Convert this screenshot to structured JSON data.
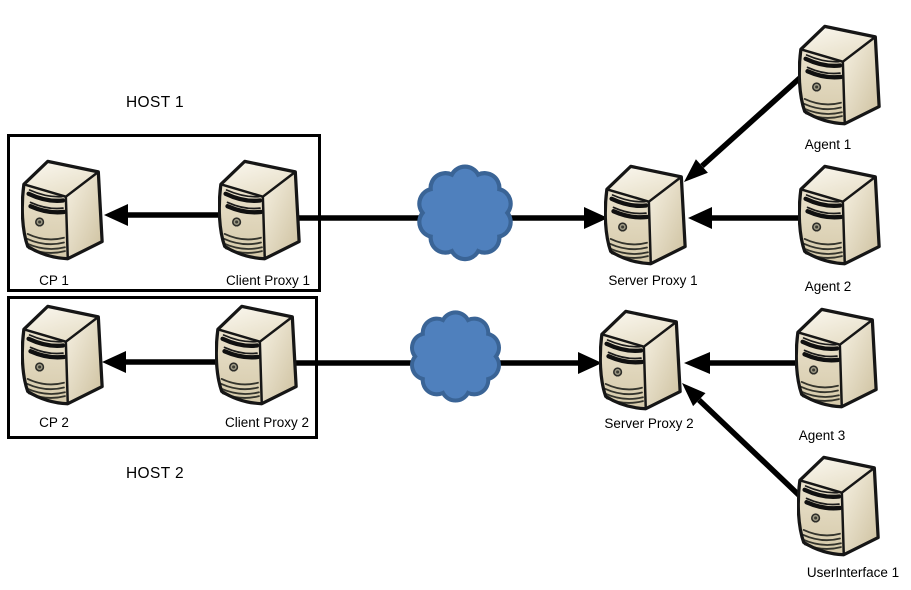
{
  "labels": {
    "host1": "HOST 1",
    "host2": "HOST 2",
    "cp1": "CP 1",
    "client_proxy1": "Client Proxy 1",
    "cp2": "CP 2",
    "client_proxy2": "Client Proxy 2",
    "server_proxy1": "Server Proxy 1",
    "server_proxy2": "Server Proxy 2",
    "agent1": "Agent 1",
    "agent2": "Agent 2",
    "agent3": "Agent 3",
    "user_interface1": "UserInterface 1"
  },
  "icons": {
    "node": "server-tower-icon",
    "network": "cloud-icon"
  },
  "colors": {
    "background": "#ffffff",
    "cloud_fill": "#4f80bd",
    "cloud_stroke": "#3a6496",
    "connector": "#000000",
    "host_box_border": "#000000",
    "server_top": "#f4efe1",
    "server_side": "#e9e1cc",
    "server_front": "#dccfb2",
    "text": "#000000"
  },
  "connections": [
    {
      "from": "Client Proxy 1",
      "to": "CP 1"
    },
    {
      "from": "Client Proxy 1",
      "to": "Server Proxy 1",
      "via": "network-cloud-1"
    },
    {
      "from": "Agent 1",
      "to": "Server Proxy 1"
    },
    {
      "from": "Agent 2",
      "to": "Server Proxy 1"
    },
    {
      "from": "Client Proxy 2",
      "to": "CP 2"
    },
    {
      "from": "Client Proxy 2",
      "to": "Server Proxy 2",
      "via": "network-cloud-2"
    },
    {
      "from": "Agent 3",
      "to": "Server Proxy 2"
    },
    {
      "from": "UserInterface 1",
      "to": "Server Proxy 2"
    }
  ]
}
